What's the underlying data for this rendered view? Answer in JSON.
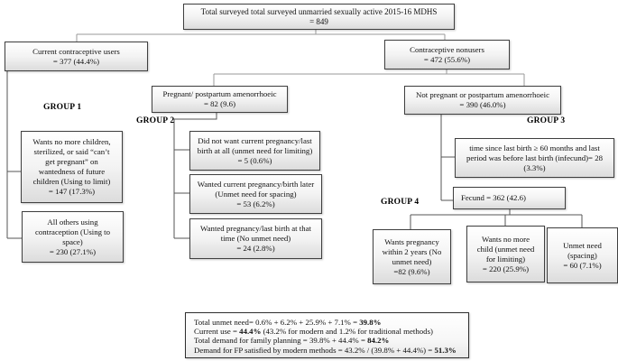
{
  "colors": {
    "box_border": "#3f3f3f",
    "connector_light": "#9a9a9a",
    "connector_dark": "#555555",
    "background": "#ffffff"
  },
  "nodes": {
    "total": {
      "lines": [
        "Total surveyed total surveyed unmarried sexually active 2015-16 MDHS",
        "= 849"
      ]
    },
    "users": {
      "lines": [
        "Current contraceptive users",
        "= 377 (44.4%)"
      ]
    },
    "nonusers": {
      "lines": [
        "Contraceptive nonusers",
        "= 472 (55.6%)"
      ]
    },
    "pregnant": {
      "lines": [
        "Pregnant/ postpartum amenorrhoeic",
        "= 82 (9.6)"
      ]
    },
    "not_pregnant": {
      "lines": [
        "Not pregnant or postpartum amenorrhoeic",
        "= 390 (46.0%)"
      ]
    },
    "using_to_limit": {
      "lines": [
        "Wants no more children,",
        "sterilized, or said “can’t",
        "get pregnant” on",
        "wantedness of future",
        "children (Using to limit)",
        "= 147 (17.3%)"
      ]
    },
    "using_to_space": {
      "lines": [
        "All others using",
        "contraception (Using to",
        "space)",
        "= 230 (27.1%)"
      ]
    },
    "unmet_limiting": {
      "lines": [
        "Did not want current pregnancy/last",
        "birth at all (unmet need for limiting)",
        "= 5 (0.6%)"
      ]
    },
    "unmet_spacing": {
      "lines": [
        "Wanted current pregnancy/birth later",
        "(Unmet need for spacing)",
        "= 53 (6.2%)"
      ]
    },
    "no_unmet_need": {
      "lines": [
        "Wanted pregnancy/last birth at that",
        "time (No unmet need)",
        "= 24 (2.8%)"
      ]
    },
    "infecund": {
      "lines": [
        "time since last birth ≥ 60 months and last",
        "period was before last birth (infecund)= 28",
        "(3.3%)"
      ]
    },
    "fecund": {
      "lines": [
        "Fecund = 362 (42.6)"
      ]
    },
    "wants_pregnancy_2yr": {
      "lines": [
        "Wants pregnancy",
        "within 2 years (No",
        "unmet need)",
        "=82 (9.6%)"
      ]
    },
    "wants_no_more_child": {
      "lines": [
        "Wants no more",
        "child (unmet need",
        "for limiting)",
        "= 220 (25.9%)"
      ]
    },
    "unmet_need_spacing": {
      "lines": [
        "Unmet need",
        "(spacing)",
        "= 60 (7.1%)"
      ]
    }
  },
  "labels": {
    "group1": "GROUP 1",
    "group2": "GROUP 2",
    "group3": "GROUP 3",
    "group4": "GROUP 4"
  },
  "summary": {
    "lines": [
      {
        "prefix": "Total unmet need= 0.6% + 6.2% + 25.9% + 7.1% = ",
        "value": "39.8%",
        "suffix": ""
      },
      {
        "prefix": "Current use = ",
        "value": "44.4%",
        "suffix": " (43.2% for modern and 1.2% for traditional methods)"
      },
      {
        "prefix": "Total demand for family planning = 39.8% + 44.4% = ",
        "value": "84.2%",
        "suffix": ""
      },
      {
        "prefix": "Demand for FP satisfied by modern methods = 43.2% / (39.8% + 44.4%) = ",
        "value": "51.3%",
        "suffix": ""
      }
    ]
  }
}
